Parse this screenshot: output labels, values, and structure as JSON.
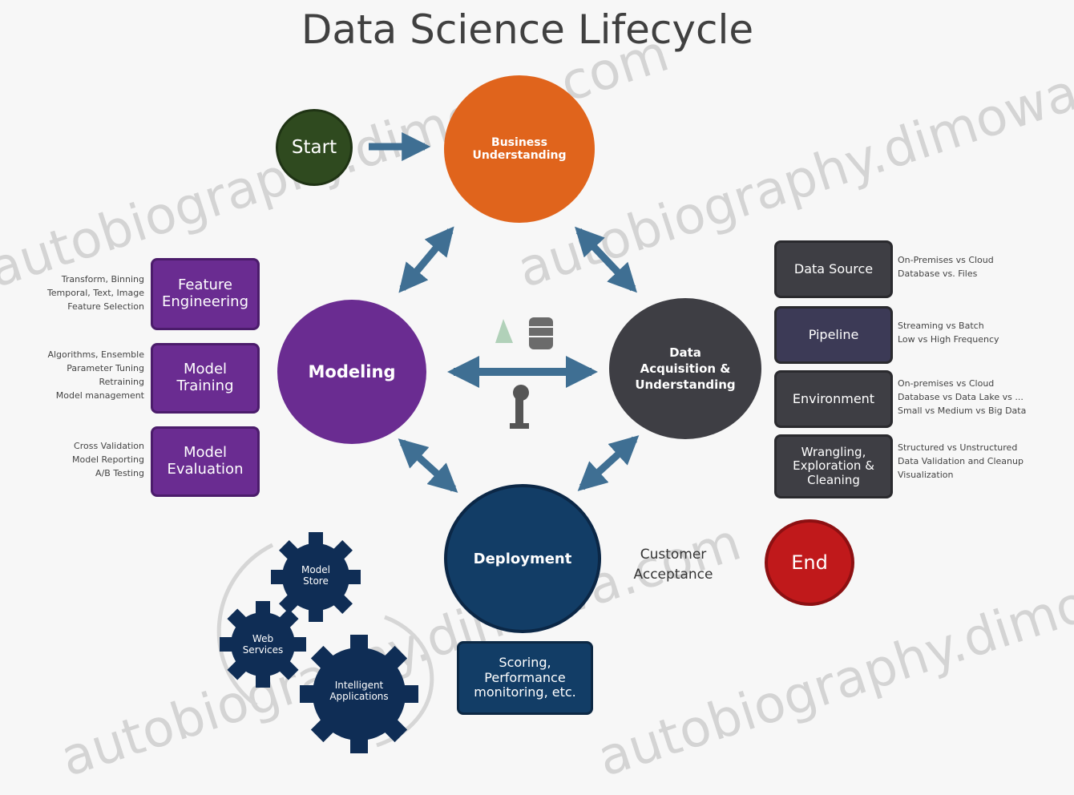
{
  "title": "Data Science Lifecycle",
  "nodes": {
    "start": "Start",
    "business": "Business Understanding",
    "modeling": "Modeling",
    "data_acquisition": "Data Acquisition & Understanding",
    "deployment": "Deployment",
    "end": "End",
    "customer_acceptance": "Customer Acceptance"
  },
  "modeling_boxes": [
    {
      "label": "Feature Engineering",
      "notes": [
        "Transform, Binning",
        "Temporal, Text, Image",
        "Feature Selection"
      ]
    },
    {
      "label": "Model Training",
      "notes": [
        "Algorithms, Ensemble",
        "Parameter Tuning",
        "Retraining",
        "Model management"
      ]
    },
    {
      "label": "Model Evaluation",
      "notes": [
        "Cross Validation",
        "Model Reporting",
        "A/B Testing"
      ]
    }
  ],
  "data_boxes": [
    {
      "label": "Data Source",
      "notes": [
        "On-Premises vs Cloud",
        "Database vs. Files"
      ]
    },
    {
      "label": "Pipeline",
      "notes": [
        "Streaming vs Batch",
        "Low vs High Frequency"
      ]
    },
    {
      "label": "Environment",
      "notes": [
        "On-premises vs Cloud",
        "Database vs Data Lake vs ...",
        "Small vs Medium vs Big Data"
      ]
    },
    {
      "label": "Wrangling, Exploration & Cleaning",
      "notes": [
        "Structured vs Unstructured",
        "Data Validation and Cleanup",
        "Visualization"
      ]
    }
  ],
  "deployment_box": "Scoring, Performance monitoring, etc.",
  "gears": [
    "Model Store",
    "Web Services",
    "Intelligent Applications"
  ],
  "watermark": "autobiography.dimowa.com",
  "colors": {
    "start": "#2f4a1f",
    "business": "#e0641c",
    "modeling": "#6a2c91",
    "data": "#3e3e44",
    "deployment": "#123d66",
    "end": "#c0191b",
    "arrow": "#3f6f93"
  }
}
